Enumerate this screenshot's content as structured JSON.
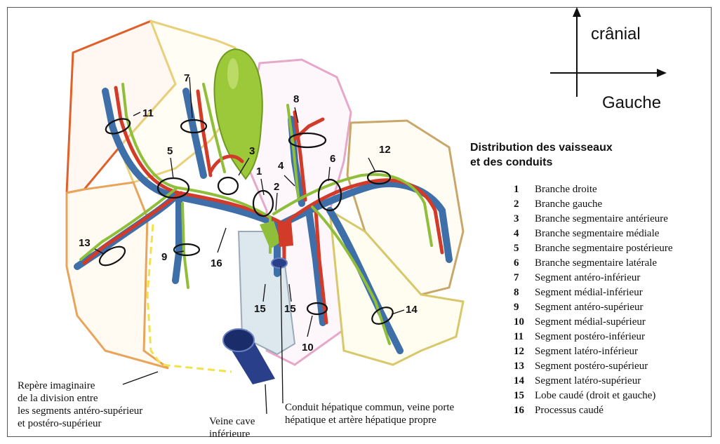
{
  "orientation": {
    "up_label": "crânial",
    "right_label": "Gauche"
  },
  "legend": {
    "title_line1": "Distribution des vaisseaux",
    "title_line2": "et des conduits",
    "items": [
      {
        "num": "1",
        "label": "Branche droite"
      },
      {
        "num": "2",
        "label": "Branche gauche"
      },
      {
        "num": "3",
        "label": "Branche segmentaire antérieure"
      },
      {
        "num": "4",
        "label": "Branche segmentaire médiale"
      },
      {
        "num": "5",
        "label": "Branche segmentaire postérieure"
      },
      {
        "num": "6",
        "label": "Branche segmentaire latérale"
      },
      {
        "num": "7",
        "label": "Segment antéro-inférieur"
      },
      {
        "num": "8",
        "label": "Segment médial-inférieur"
      },
      {
        "num": "9",
        "label": "Segment antéro-supérieur"
      },
      {
        "num": "10",
        "label": "Segment médial-supérieur"
      },
      {
        "num": "11",
        "label": "Segment postéro-inférieur"
      },
      {
        "num": "12",
        "label": "Segment latéro-inférieur"
      },
      {
        "num": "13",
        "label": "Segment postéro-supérieur"
      },
      {
        "num": "14",
        "label": "Segment latéro-supérieur"
      },
      {
        "num": "15",
        "label": "Lobe caudé (droit et gauche)"
      },
      {
        "num": "16",
        "label": "Processus caudé"
      }
    ]
  },
  "diagram_numbers": {
    "n1": "1",
    "n2": "2",
    "n3": "3",
    "n4": "4",
    "n5": "5",
    "n6": "6",
    "n7": "7",
    "n8": "8",
    "n9": "9",
    "n10": "10",
    "n11": "11",
    "n12": "12",
    "n13": "13",
    "n14": "14",
    "n15a": "15",
    "n15b": "15",
    "n16": "16"
  },
  "captions": {
    "division_line1": "Repère imaginaire",
    "division_line2": "de la division entre",
    "division_line3": "les segments antéro-supérieur",
    "division_line4": "et postéro-supérieur",
    "vena_cava_line1": "Veine cave",
    "vena_cava_line2": "inférieure",
    "hepatic_line1": "Conduit hépatique commun, veine porte",
    "hepatic_line2": "hépatique et artère hépatique propre"
  },
  "colors": {
    "portal_vein": "#3f6fa8",
    "artery": "#d23a2a",
    "bile_duct": "#8fbf3a",
    "gallbladder": "#9bc93a",
    "vena_cava": "#2a3f8a",
    "division_line": "#f2e24a",
    "right_lobe_outline": "#e0602a",
    "left_outline": "#c8a86a",
    "center_outline": "#e6a8c8"
  }
}
